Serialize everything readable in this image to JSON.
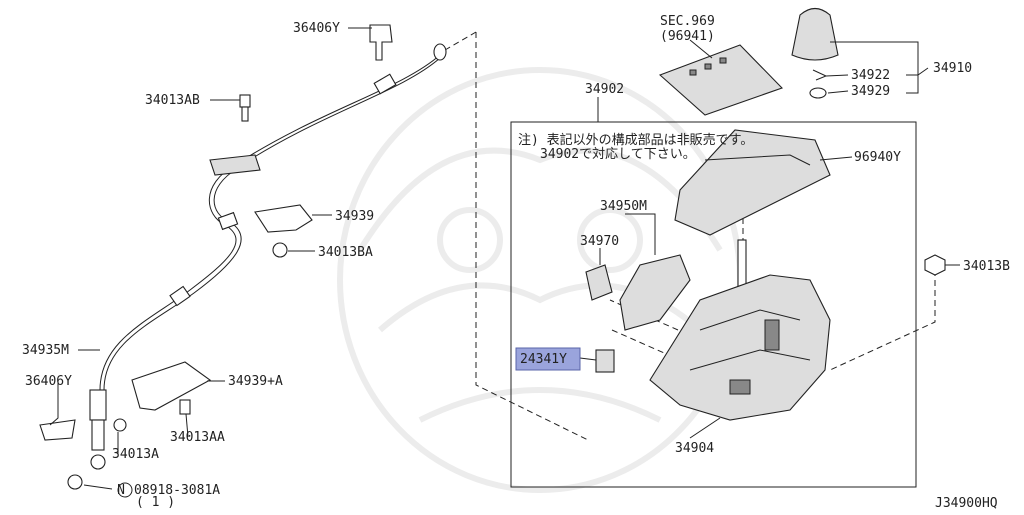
{
  "labels": {
    "p36406Y_top": "36406Y",
    "p34013AB": "34013AB",
    "p34939": "34939",
    "p34013BA": "34013BA",
    "p34935M": "34935M",
    "p36406Y_bot": "36406Y",
    "p34939A": "34939+A",
    "p34013A": "34013A",
    "p34013AA": "34013AA",
    "p08918": "08918-3081A",
    "p08918_qty": "( 1 )",
    "n_symbol": "N",
    "p34902": "34902",
    "sec969": "SEC.969",
    "sec969_ref": "(96941)",
    "p34922": "34922",
    "p34910": "34910",
    "p34929": "34929",
    "p96940Y": "96940Y",
    "p34950M": "34950M",
    "p34970": "34970",
    "p24341Y": "24341Y",
    "p34904": "34904",
    "p34013B": "34013B",
    "note_line1": "注) 表記以外の構成部品は非販売です。",
    "note_line2": "34902で対応して下さい。",
    "diagram_code": "J34900HQ"
  },
  "colors": {
    "highlight": "#9aa4dc",
    "line": "#222222"
  }
}
